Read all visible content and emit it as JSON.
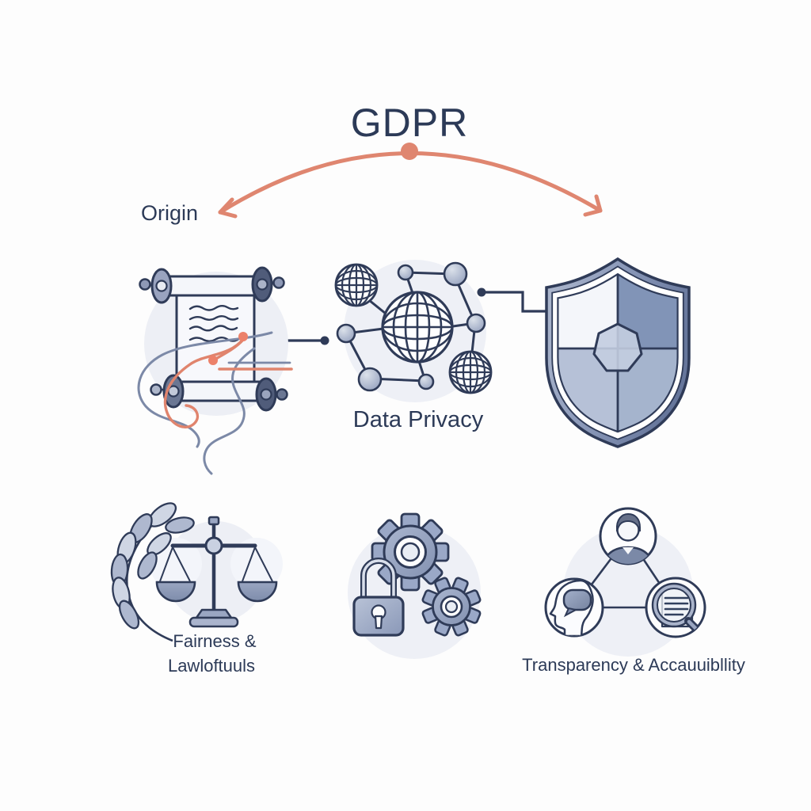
{
  "title": "GDPR",
  "labels": {
    "origin": "Origin",
    "data_privacy": "Data Privacy",
    "fairness_line1": "Fairness &",
    "fairness_line2": "Lawloftuuls",
    "transparency": "Transparency & Accauuibllity"
  },
  "icons": {
    "flow_arrow": "curved-arrow-both-ends",
    "left": "regulation-scroll-icon",
    "center": "global-data-network-icon",
    "right": "security-shield-icon",
    "bottom_left": "laurel-and-scales-of-justice-icon",
    "bottom_center": "gears-and-padlock-icon",
    "bottom_right": "user-mind-audit-triangle-icon"
  },
  "colors": {
    "background": "#fdfdfd",
    "ink_outline": "#2f3b58",
    "text": "#2c3a57",
    "accent_coral": "#df8670",
    "slate": "#8d9ab8",
    "slate_light": "#c7cfdf",
    "slate_dark": "#55617e",
    "halo": "#edeff5"
  }
}
